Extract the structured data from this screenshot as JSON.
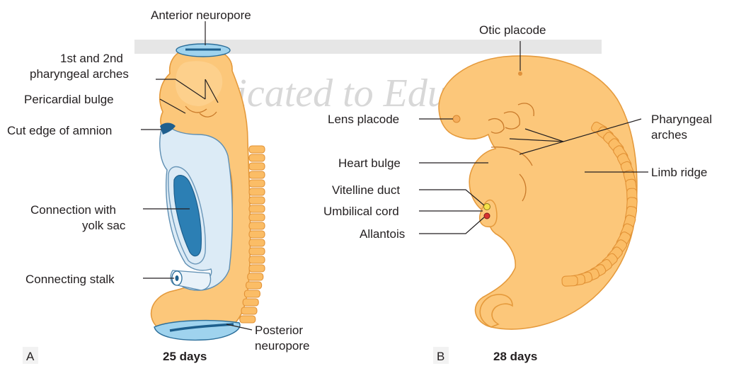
{
  "watermark": {
    "text": "Dedicated to Education"
  },
  "colors": {
    "embryo_fill": "#fcc77a",
    "embryo_outline": "#e59a3c",
    "neuropore_blue": "#9fd3ee",
    "amnion_blue": "#dcebf6",
    "yolk_blue": "#2c7fb4",
    "watermark_gray": "#d8d8d8",
    "vitelline_yellow": "#f5e14a",
    "allantois_red": "#d8322f"
  },
  "panel_a": {
    "letter": "A",
    "caption": "25 days",
    "labels": {
      "anterior_neuropore": "Anterior neuropore",
      "arches_line1": "1st and 2nd",
      "arches_line2": "pharyngeal arches",
      "pericardial_bulge": "Pericardial bulge",
      "cut_edge_amnion": "Cut edge of amnion",
      "yolk_sac_line1": "Connection with",
      "yolk_sac_line2": "yolk sac",
      "connecting_stalk": "Connecting stalk",
      "posterior_line1": "Posterior",
      "posterior_line2": "neuropore"
    }
  },
  "panel_b": {
    "letter": "B",
    "caption": "28 days",
    "labels": {
      "otic_placode": "Otic placode",
      "lens_placode": "Lens placode",
      "pharyngeal_line1": "Pharyngeal",
      "pharyngeal_line2": "arches",
      "heart_bulge": "Heart bulge",
      "limb_ridge": "Limb ridge",
      "vitelline_duct": "Vitelline duct",
      "umbilical_cord": "Umbilical cord",
      "allantois": "Allantois"
    }
  }
}
